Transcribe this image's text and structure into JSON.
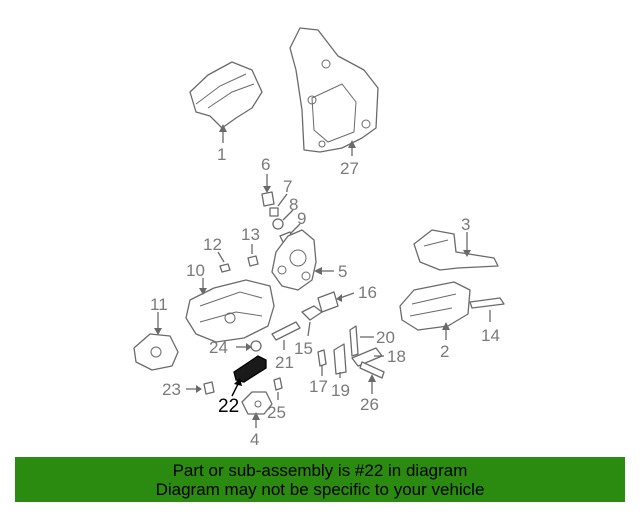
{
  "callouts": {
    "c1": "1",
    "c2": "2",
    "c3": "3",
    "c4": "4",
    "c5": "5",
    "c6": "6",
    "c7": "7",
    "c8": "8",
    "c9": "9",
    "c10": "10",
    "c11": "11",
    "c12": "12",
    "c13": "13",
    "c14": "14",
    "c15": "15",
    "c16": "16",
    "c17": "17",
    "c18": "18",
    "c19": "19",
    "c20": "20",
    "c21": "21",
    "c22": "22",
    "c23": "23",
    "c24": "24",
    "c25": "25",
    "c26": "26",
    "c27": "27"
  },
  "highlight": {
    "part_number": "22",
    "color": "#1a1a1a"
  },
  "banner": {
    "line1": "Part or sub-assembly is #22 in diagram",
    "line2": "Diagram may not be specific to your vehicle",
    "background": "#2b8a10"
  }
}
